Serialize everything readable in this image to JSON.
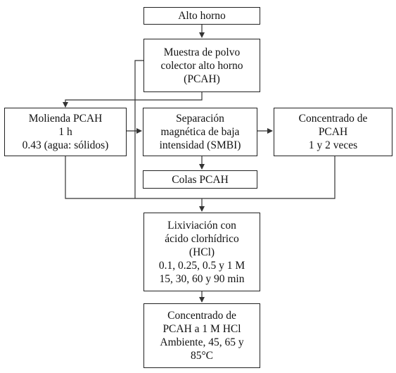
{
  "nodes": {
    "alto_horno": [
      "Alto horno"
    ],
    "muestra": [
      "Muestra de polvo",
      "colector alto horno",
      "(PCAH)"
    ],
    "molienda": [
      "Molienda PCAH",
      "1 h",
      "0.43 (agua: sólidos)"
    ],
    "separacion": [
      "Separación",
      "magnética de baja",
      "intensidad (SMBI)"
    ],
    "concentrado1": [
      "Concentrado de",
      "PCAH",
      "1 y 2 veces"
    ],
    "colas": [
      "Colas PCAH"
    ],
    "lixiviacion": [
      "Lixiviación con",
      "ácido clorhídrico",
      "(HCl)",
      "0.1, 0.25, 0.5 y 1 M",
      "15, 30, 60 y 90 min"
    ],
    "concentrado2": [
      "Concentrado de",
      "PCAH a 1 M HCl",
      "Ambiente, 45, 65 y",
      "85°C"
    ]
  }
}
